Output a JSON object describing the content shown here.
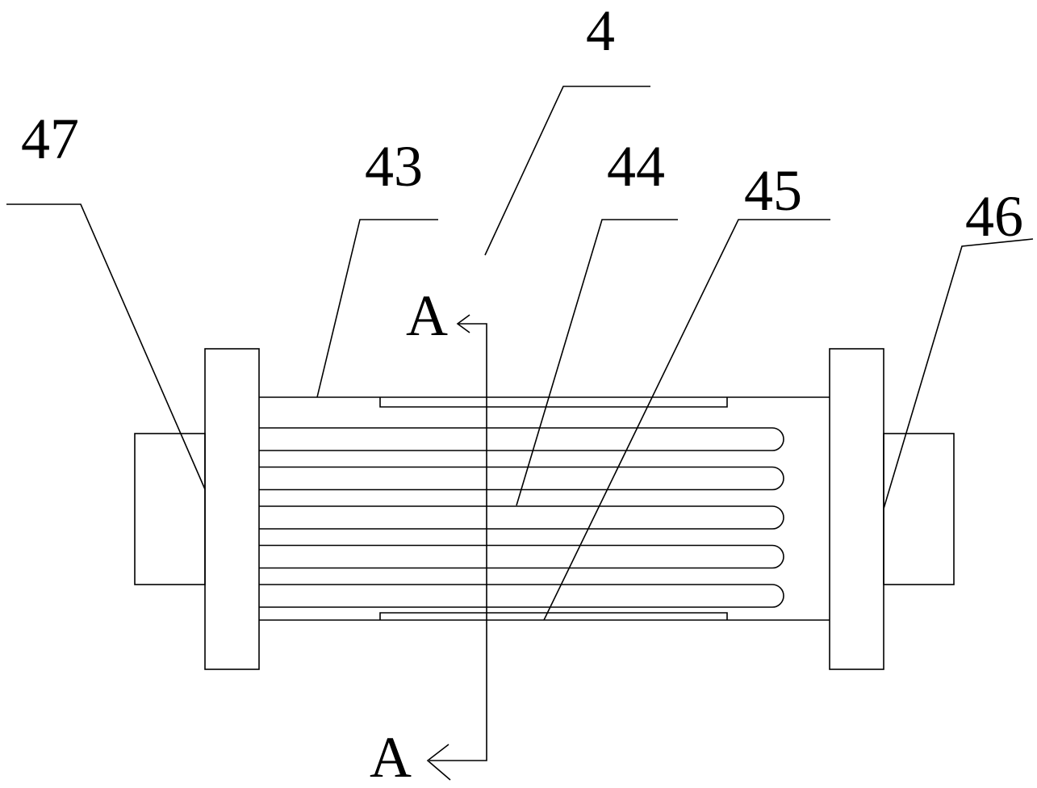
{
  "labels": {
    "part_4": "4",
    "part_43": "43",
    "part_44": "44",
    "part_45": "45",
    "part_46": "46",
    "part_47": "47"
  },
  "section": {
    "top_mark": "A",
    "bottom_mark": "A"
  },
  "tube_passes": 5,
  "line_color": "#000000"
}
